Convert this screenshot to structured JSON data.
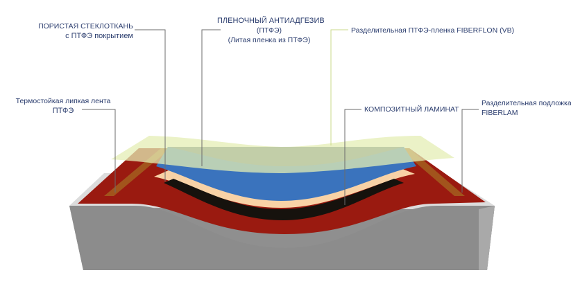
{
  "labels": {
    "porous_glass_fabric": {
      "line1": "ПОРИСТАЯ СТЕКЛОТКАНЬ",
      "line2": "с ПТФЭ покрытием"
    },
    "film_antiadhesive": {
      "line1": "ПЛЕНОЧНЫЙ АНТИАДГЕЗИВ",
      "line2": "(ПТФЭ)",
      "line3": "(Литая пленка из ПТФЭ)"
    },
    "release_film": {
      "line1": "Разделительная ПТФЭ-пленка FIBERFLON (VB)"
    },
    "heat_tape": {
      "line1": "Термостойкая липкая лента",
      "line2": "ПТФЭ"
    },
    "composite_laminate": {
      "line1": "КОМПОЗИТНЫЙ ЛАМИНАТ"
    },
    "release_backing": {
      "line1": "Разделительная подложка",
      "line2": "FIBERLAM"
    }
  },
  "colors": {
    "label_text": "#2b3d6e",
    "leader_line": "#6b6b6b",
    "leader_line_light": "#c9d98a",
    "mold_top": "#dcdcdc",
    "mold_front": "#8f8f8f",
    "mold_right": "#a9a9a9",
    "red_layer": "#9a1a10",
    "peach_layer": "#f8d2a6",
    "black_layer": "#16120d",
    "blue_layer": "#3a73bd",
    "film_layer": "#e4edb4",
    "tape": "#a35f1e"
  }
}
